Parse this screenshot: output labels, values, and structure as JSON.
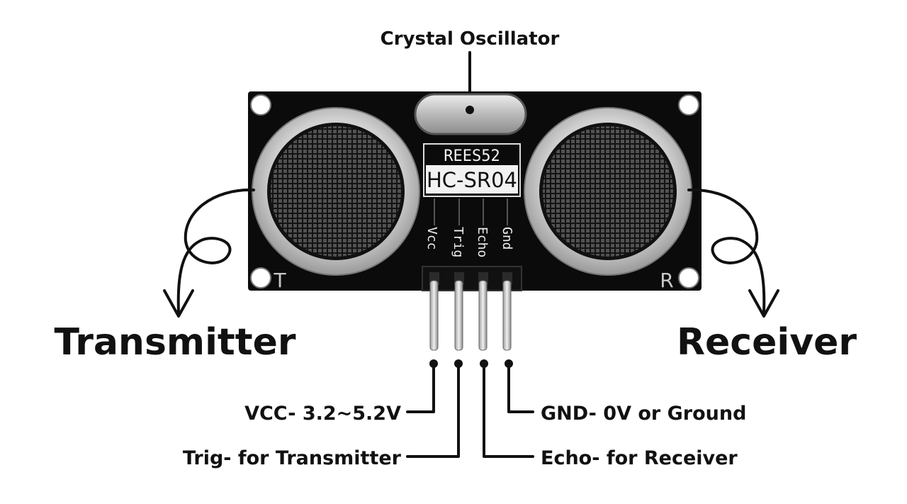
{
  "labels": {
    "crystal": "Crystal Oscillator",
    "transmitter": "Transmitter",
    "receiver": "Receiver",
    "vcc_desc": "VCC- 3.2~5.2V",
    "trig_desc": "Trig- for Transmitter",
    "gnd_desc": "GND- 0V or Ground",
    "echo_desc": "Echo- for Receiver"
  },
  "board": {
    "brand": "REES52",
    "model": "HC-SR04",
    "pins": [
      "Vcc",
      "Trig",
      "Echo",
      "Gnd"
    ],
    "left_mark": "T",
    "right_mark": "R"
  },
  "colors": {
    "pcb": "#0b0b0b",
    "sensor_ring": "#d8d8d8",
    "mesh": "#2a2a2a",
    "crystal": "#c9c9c9",
    "pins": "#cfcfcf",
    "ink": "#111111"
  }
}
